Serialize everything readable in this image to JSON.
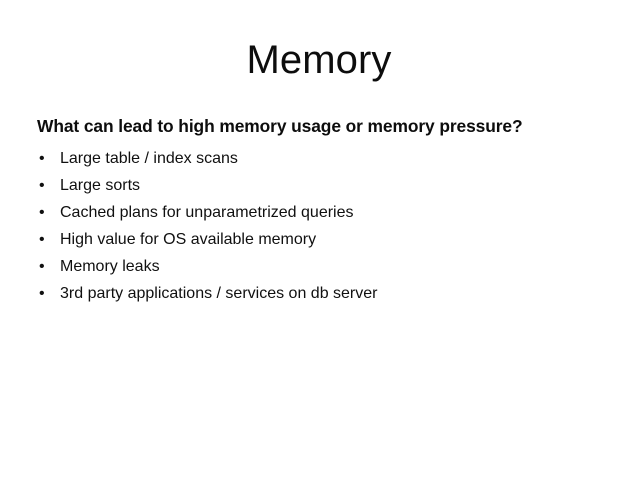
{
  "slide": {
    "title": "Memory",
    "lead_question": "What can lead to high memory usage or memory pressure?",
    "bullet_marker": "•",
    "bullets": [
      {
        "text": "Large table / index scans"
      },
      {
        "text": "Large sorts"
      },
      {
        "text": "Cached plans for unparametrized queries"
      },
      {
        "text": "High value for OS available memory"
      },
      {
        "text": "Memory leaks"
      },
      {
        "text": "3rd party applications / services on db server"
      }
    ],
    "colors": {
      "background": "#ffffff",
      "title_text": "#0d0d0d",
      "body_text": "#101010"
    }
  }
}
